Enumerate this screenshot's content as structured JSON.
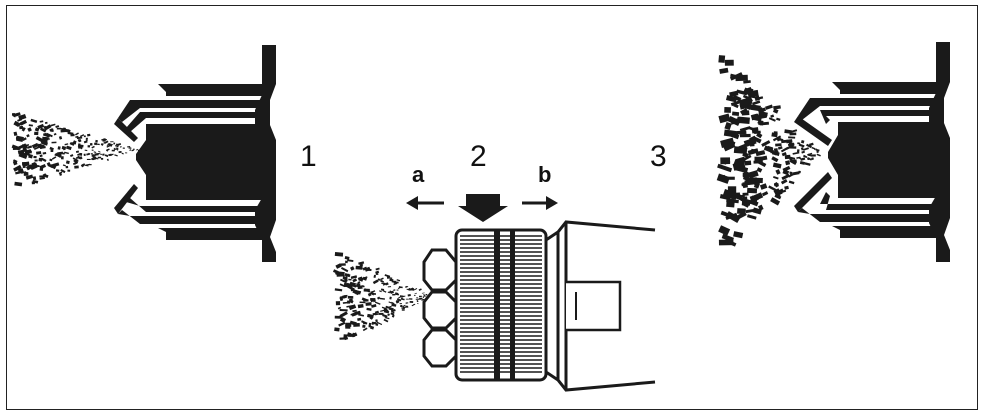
{
  "diagram": {
    "labels": {
      "nozzle_1": "1",
      "nozzle_2": "2",
      "nozzle_3": "3",
      "direction_a": "a",
      "direction_b": "b"
    },
    "colors": {
      "ink": "#1a1a1a",
      "paper": "#ffffff",
      "frame": "#222222"
    }
  }
}
